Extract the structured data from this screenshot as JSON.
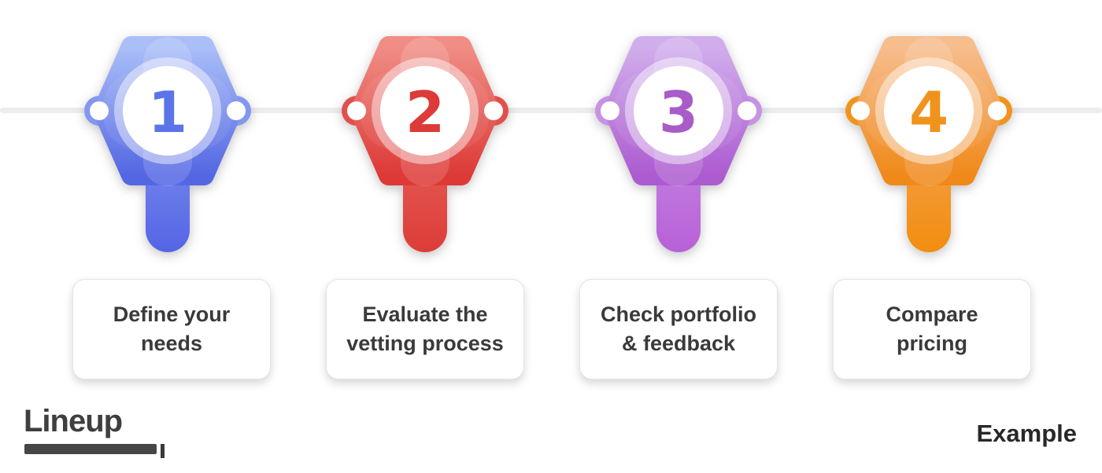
{
  "page": {
    "background": "#ffffff"
  },
  "connector": {
    "color": "#ededed"
  },
  "steps": [
    {
      "number": "1",
      "label": "Define your\nneeds",
      "color_light": "#aabef8",
      "color_dark": "#5467e3",
      "stem_top": "#8293ef",
      "stem_bottom": "#5365e5",
      "ring_color": "#8497f0",
      "number_color": "#5b74e8"
    },
    {
      "number": "2",
      "label": "Evaluate the\nvetting process",
      "color_light": "#f08d85",
      "color_dark": "#dd3a37",
      "stem_top": "#e9655f",
      "stem_bottom": "#dd3c38",
      "ring_color": "#e1504c",
      "number_color": "#dc3b38"
    },
    {
      "number": "3",
      "label": "Check portfolio\n& feedback",
      "color_light": "#d0aeec",
      "color_dark": "#ad5bd0",
      "stem_top": "#c78ce2",
      "stem_bottom": "#b760d8",
      "ring_color": "#c693e3",
      "number_color": "#a85cc8"
    },
    {
      "number": "4",
      "label": "Compare\npricing",
      "color_light": "#f7bd8d",
      "color_dark": "#f0891a",
      "stem_top": "#f4a455",
      "stem_bottom": "#f28d0e",
      "ring_color": "#f0941e",
      "number_color": "#f0931c"
    }
  ],
  "footer": {
    "logo_text": "Lineup",
    "example_text": "Example"
  }
}
